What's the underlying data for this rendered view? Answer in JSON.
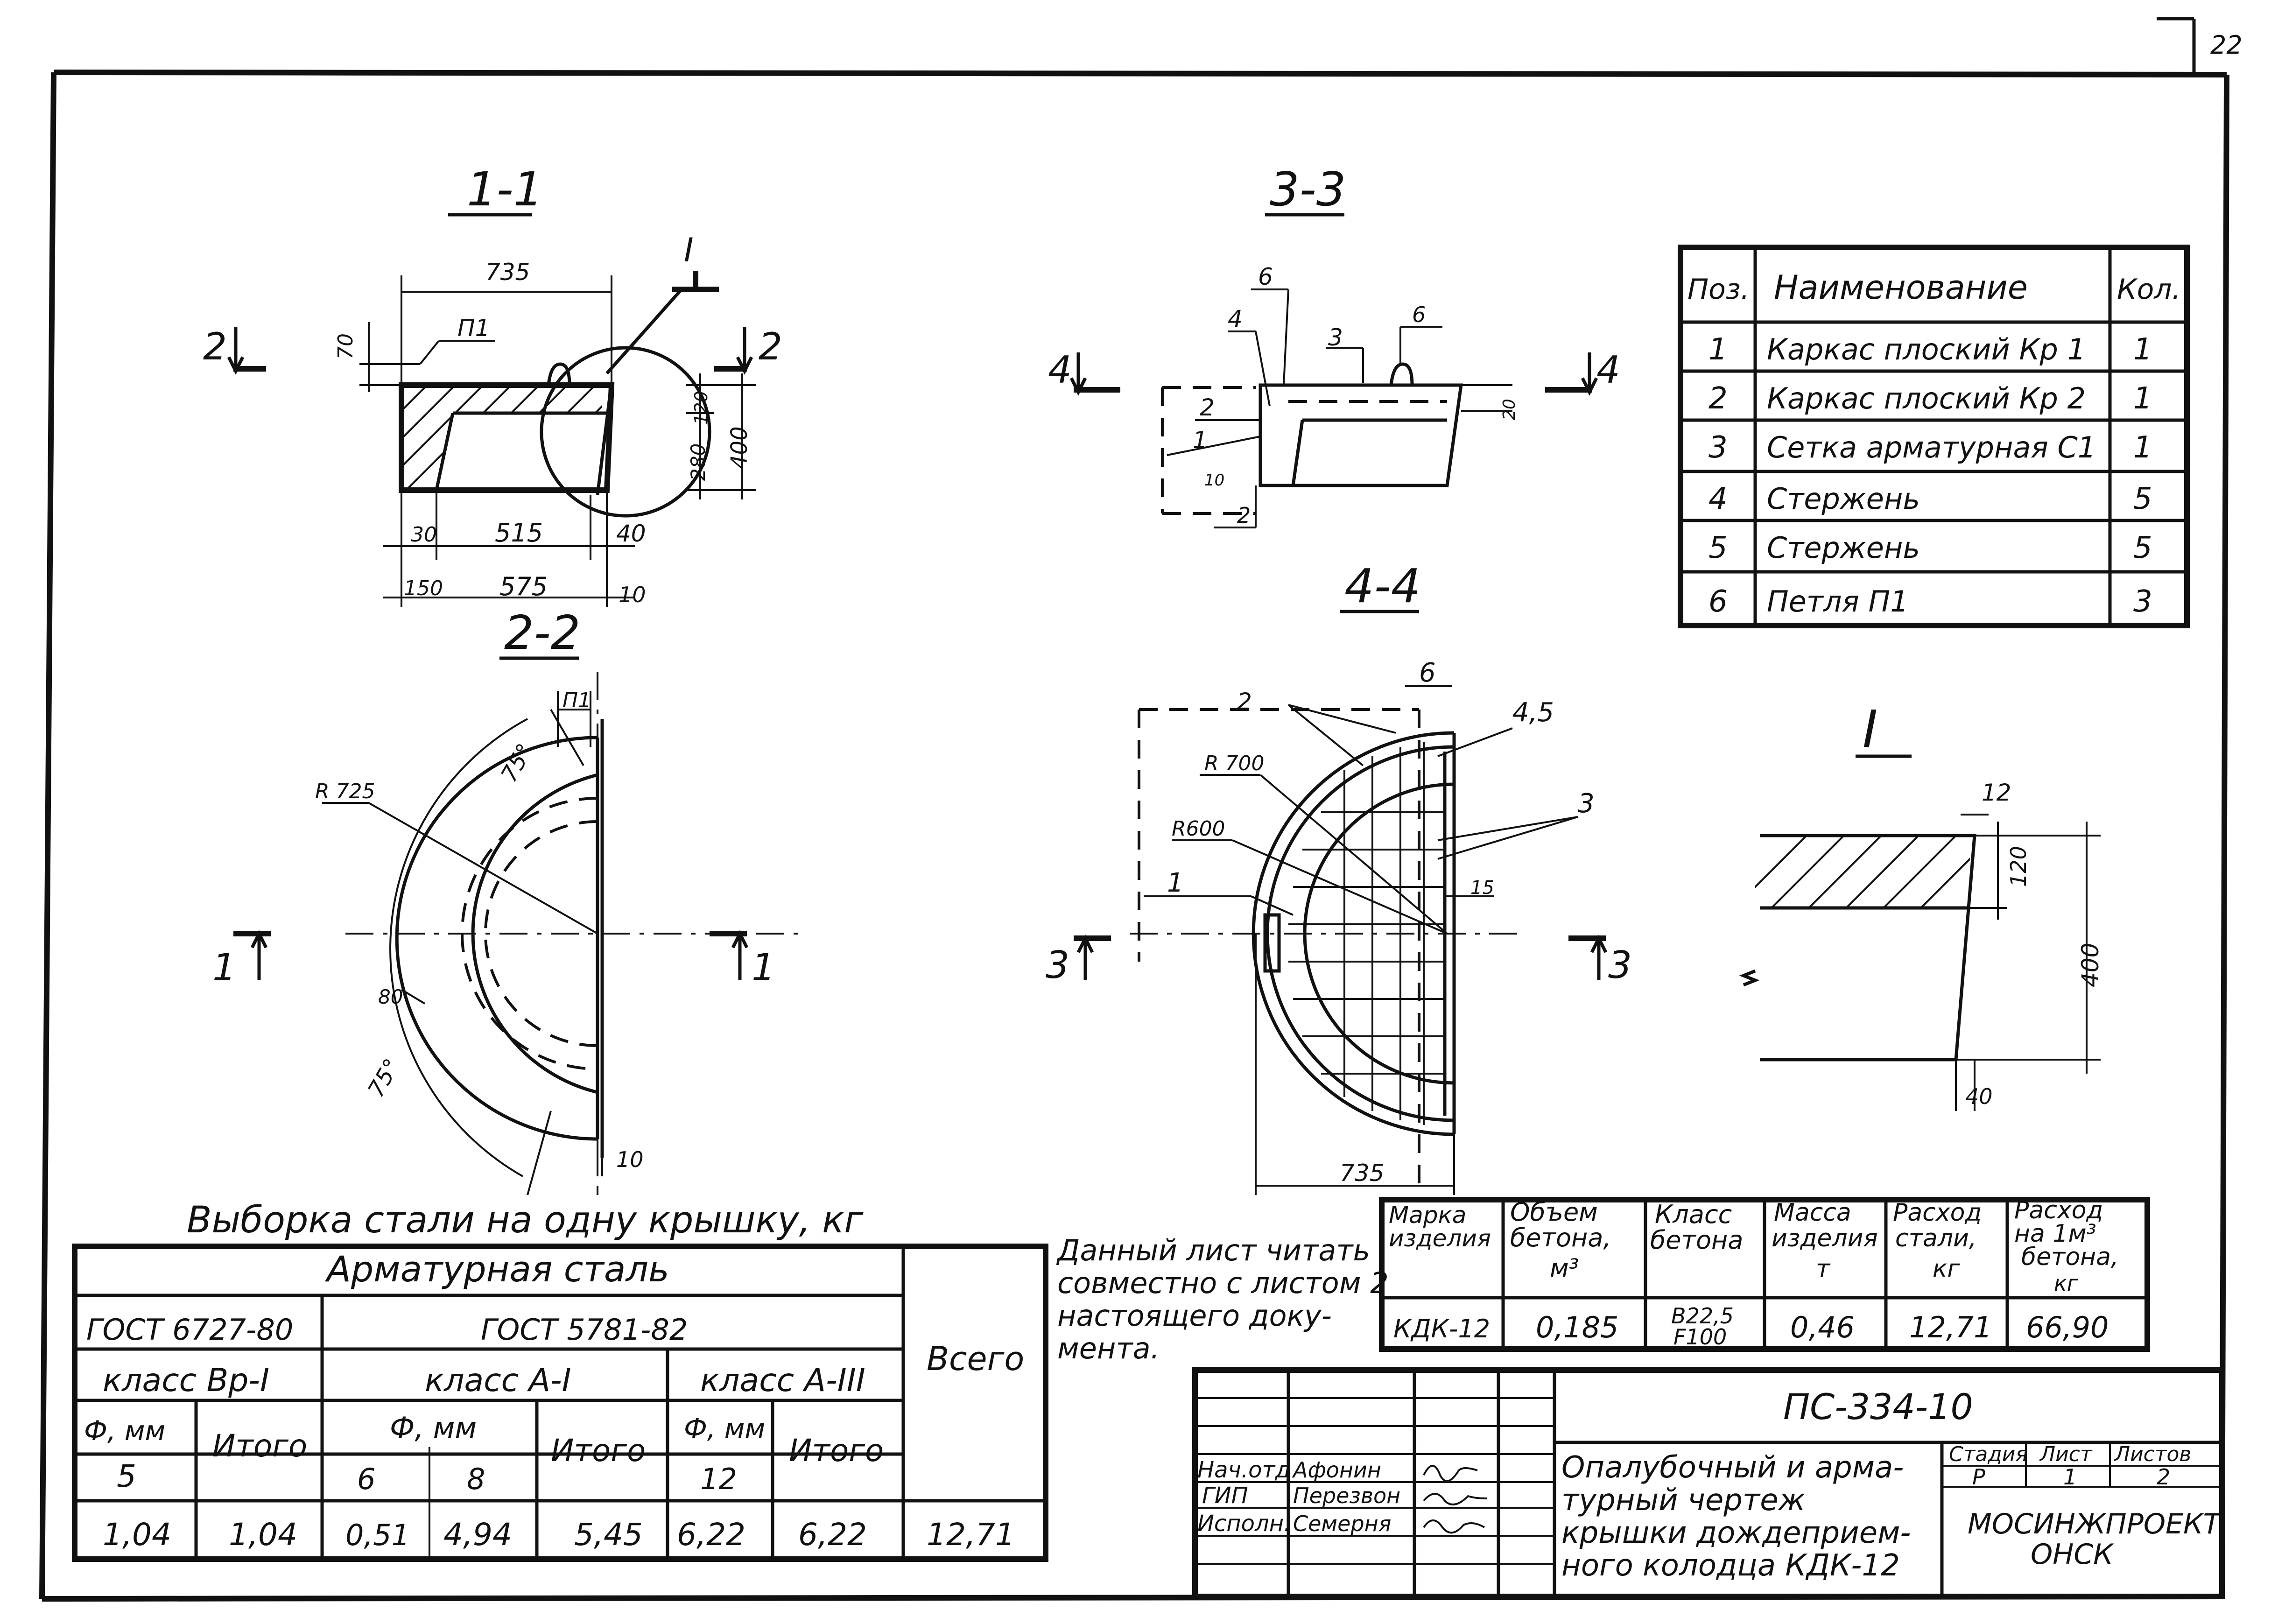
{
  "page_number": "22",
  "sections": {
    "s11": "1-1",
    "s22": "2-2",
    "s33": "3-3",
    "s44": "4-4",
    "detail": "I"
  },
  "dims_11": {
    "d735": "735",
    "d70": "70",
    "p1": "П1",
    "d120": "120",
    "d280": "280",
    "d400": "400",
    "d30": "30",
    "d515": "515",
    "d40": "40",
    "d150": "150",
    "d575": "575",
    "d10": "10",
    "cut_left": "2",
    "cut_right": "2",
    "detail_mark": "I"
  },
  "dims_22": {
    "p1": "П1",
    "r725": "R 725",
    "a75a": "75°",
    "a75b": "75°",
    "d80": "80",
    "d10": "10",
    "cut_left": "1",
    "cut_right": "1"
  },
  "dims_33": {
    "c6": "6",
    "c4": "4",
    "c3": "3",
    "c6b": "6",
    "c2": "2",
    "c1": "1",
    "c2b": "2",
    "d20": "20",
    "d10": "10",
    "cut_left": "4",
    "cut_right": "4"
  },
  "dims_44": {
    "c6": "6",
    "c2": "2",
    "c45": "4,5",
    "r700": "R 700",
    "r600": "R600",
    "c3": "3",
    "c1": "1",
    "d15": "15",
    "d735": "735",
    "cut_left": "3",
    "cut_right": "3"
  },
  "dims_I": {
    "d12": "12",
    "d120": "120",
    "d400": "400",
    "d40": "40"
  },
  "spec_table": {
    "headers": [
      "Поз.",
      "Наименование",
      "Кол."
    ],
    "rows": [
      [
        "1",
        "Каркас плоский Кр 1",
        "1"
      ],
      [
        "2",
        "Каркас плоский Кр 2",
        "1"
      ],
      [
        "3",
        "Сетка арматурная С1",
        "1"
      ],
      [
        "4",
        "Стержень",
        "5"
      ],
      [
        "5",
        "Стержень",
        "5"
      ],
      [
        "6",
        "Петля П1",
        "3"
      ]
    ]
  },
  "steel_table": {
    "title": "Выборка стали на одну крышку, кг",
    "header_main": "Арматурная сталь",
    "total_label": "Всего",
    "gost1": "ГОСТ 6727-80",
    "gost2": "ГОСТ 5781-82",
    "class1": "класс Вр-I",
    "class2": "класс А-I",
    "class3": "класс А-III",
    "dia": "Ф, мм",
    "itogo": "Итого",
    "d5": "5",
    "d6": "6",
    "d8": "8",
    "d12": "12",
    "values": [
      "1,04",
      "1,04",
      "0,51",
      "4,94",
      "5,45",
      "6,22",
      "6,22",
      "12,71"
    ]
  },
  "note": [
    "Данный лист читать",
    "совместно с листом 2",
    "настоящего доку-",
    "мента."
  ],
  "product_table": {
    "headers": [
      [
        "Марка",
        "изделия"
      ],
      [
        "Объем",
        "бетона,",
        "м³"
      ],
      [
        "Класс",
        "бетона"
      ],
      [
        "Масса",
        "изделия",
        "т"
      ],
      [
        "Расход",
        "стали,",
        "кг"
      ],
      [
        "Расход",
        "на 1м³",
        "бетона,",
        "кг"
      ]
    ],
    "values": [
      "КДК-12",
      "0,185",
      "В22,5",
      "0,46",
      "12,71",
      "66,90"
    ],
    "extra": "F100"
  },
  "title_block": {
    "code": "ПС-334-10",
    "roles": [
      "Нач.отд",
      "ГИП",
      "Исполн."
    ],
    "names": [
      "Афонин",
      "Перезвон",
      "Семерня"
    ],
    "title_lines": [
      "Опалубочный и арма-",
      "турный чертеж",
      "крышки дождеприем-",
      "ного колодца КДК-12"
    ],
    "stage_label": "Стадия",
    "sheet_label": "Лист",
    "sheets_label": "Листов",
    "stage": "Р",
    "sheet": "1",
    "sheets": "2",
    "org": [
      "МОСИНЖПРОЕКТ",
      "ОНСК"
    ]
  }
}
